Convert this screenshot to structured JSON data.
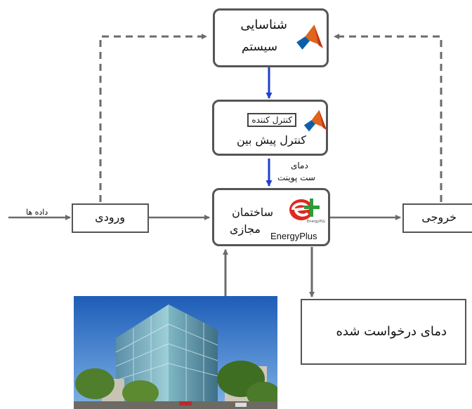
{
  "nodes": {
    "system_id": {
      "line1": "شناسایی",
      "line2": "سیستم"
    },
    "controller": {
      "tag": "کنترل کننده",
      "label": "کنترل پیش بین"
    },
    "virtual_building": {
      "line1": "ساختمان",
      "line2": "مجازی",
      "software": "EnergyPlus"
    },
    "input": {
      "label": "ورودی"
    },
    "output": {
      "label": "خروجی"
    },
    "requested_temp": {
      "label": "دمای درخواست شده"
    }
  },
  "edge_labels": {
    "data": "داده ها",
    "setpoint_line1": "دمای",
    "setpoint_line2": "ست پوینت"
  },
  "colors": {
    "box_border": "#555555",
    "arrow_gray": "#6b6b6b",
    "arrow_blue": "#1f3fcf",
    "energyplus_red": "#e0281e",
    "energyplus_green": "#2e9a3a"
  },
  "icons": {
    "matlab": "matlab-logo-icon",
    "energyplus": "energyplus-logo-icon"
  }
}
